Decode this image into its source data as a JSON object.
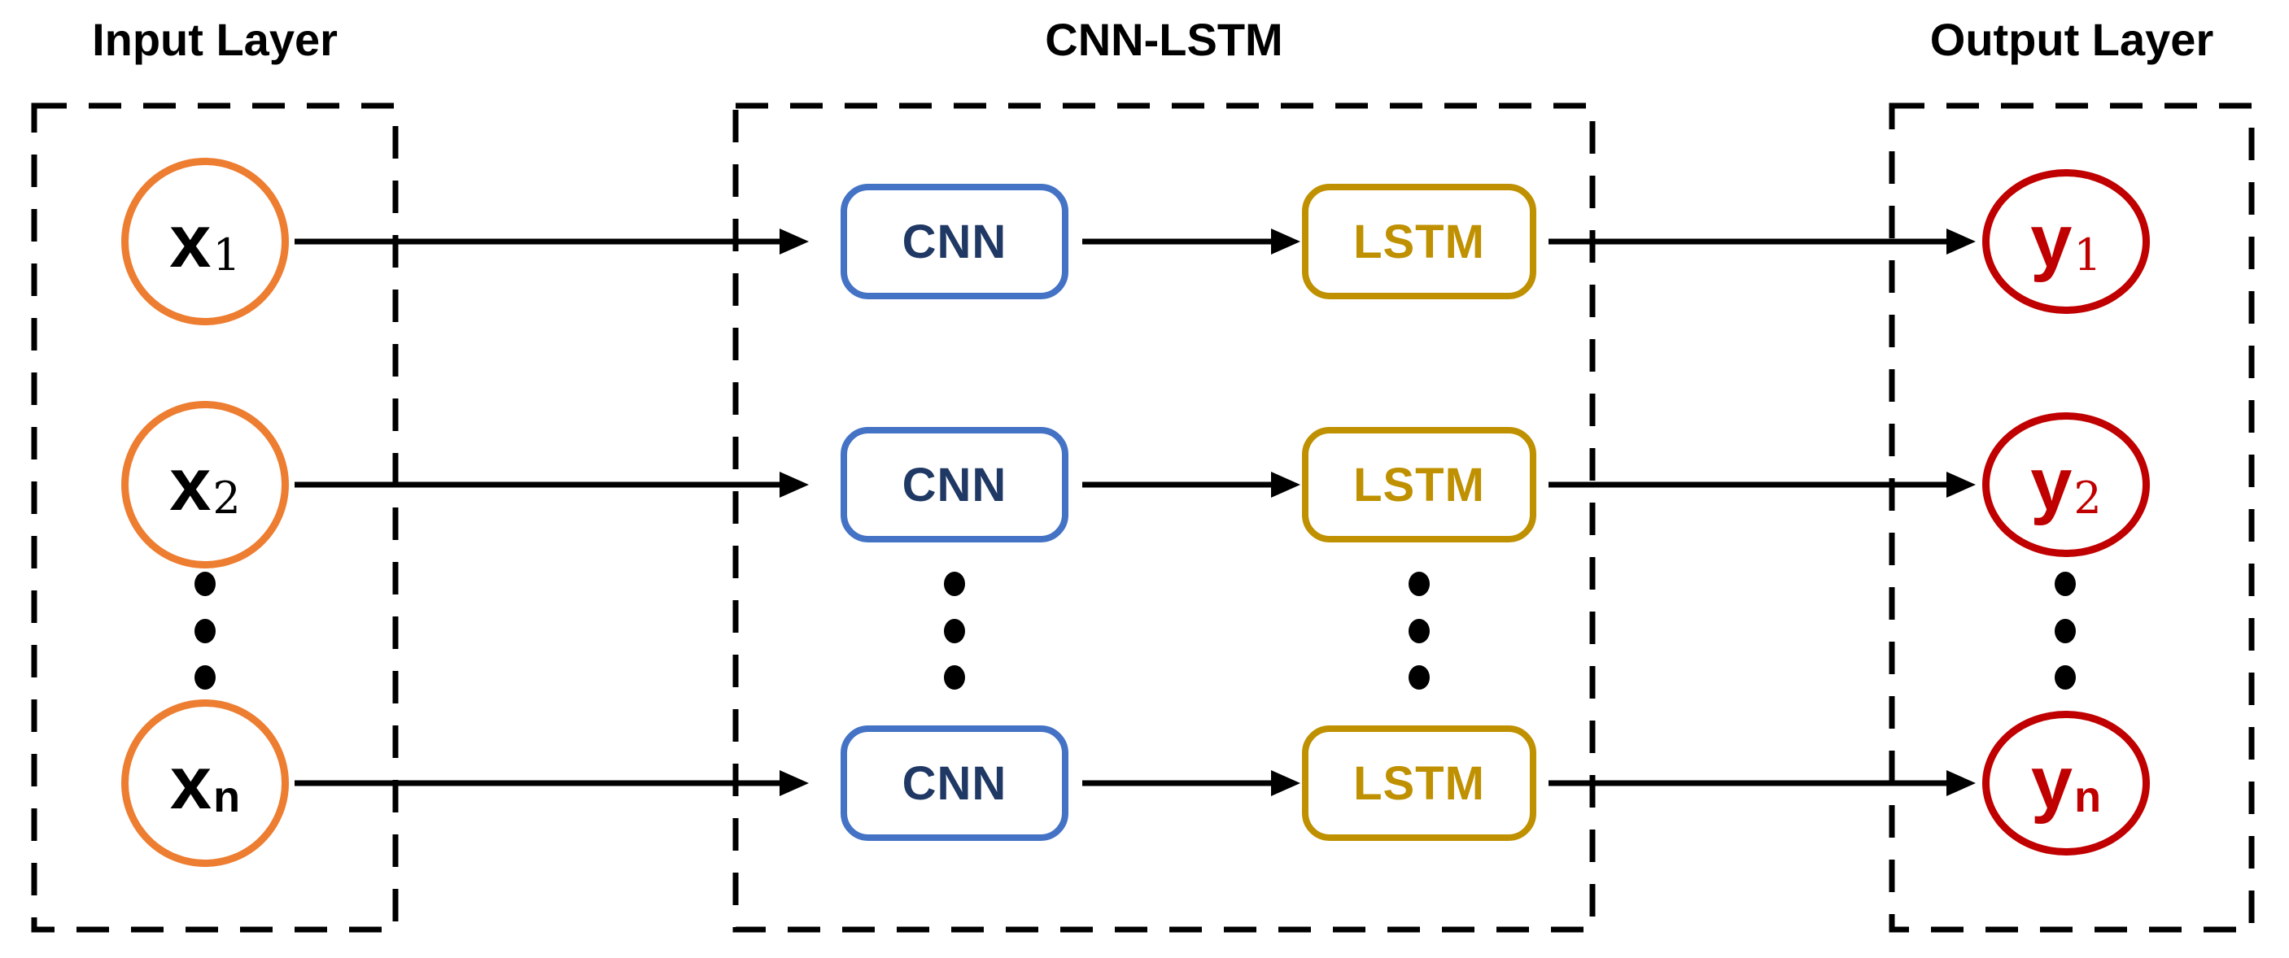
{
  "titles": {
    "input": "Input Layer",
    "middle": "CNN-LSTM",
    "output": "Output Layer"
  },
  "rows": [
    {
      "index": "1",
      "input": {
        "base": "x",
        "sub": "1"
      },
      "cnn_label": "CNN",
      "lstm_label": "LSTM",
      "output": {
        "base": "y",
        "sub": "1"
      }
    },
    {
      "index": "2",
      "input": {
        "base": "x",
        "sub": "2"
      },
      "cnn_label": "CNN",
      "lstm_label": "LSTM",
      "output": {
        "base": "y",
        "sub": "2"
      }
    },
    {
      "index": "n",
      "input": {
        "base": "x",
        "sub": "n"
      },
      "cnn_label": "CNN",
      "lstm_label": "LSTM",
      "output": {
        "base": "y",
        "sub": "n"
      }
    }
  ],
  "ellipsis": {
    "columns": [
      "input",
      "cnn",
      "lstm",
      "output"
    ],
    "dots_per_column": 3
  },
  "colors": {
    "background": "#FFFFFF",
    "title_text": "#000000",
    "dashed_border": "#000000",
    "arrow": "#000000",
    "input_node_border": "#ED7D31",
    "input_node_text": "#000000",
    "cnn_border": "#4472C4",
    "cnn_text": "#1F3864",
    "lstm_border": "#BF9000",
    "lstm_text": "#BF9000",
    "output_node_border": "#C00000",
    "output_node_text": "#C00000"
  }
}
